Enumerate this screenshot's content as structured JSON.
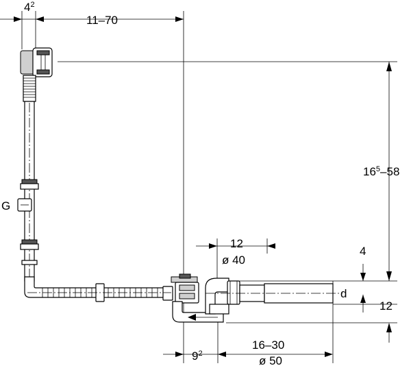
{
  "dimensions": {
    "overflow_offset": {
      "base": "4",
      "sup": "2"
    },
    "overflow_span": "11–70",
    "height_range": {
      "base": "16",
      "sup": "5",
      "rest": "–58"
    },
    "drain_outlet_size": "12",
    "drain_outlet_diameter": "ø 40",
    "top_offset": "4",
    "trap_offset": {
      "base": "9",
      "sup": "2"
    },
    "outlet_range": "16–30",
    "outlet_diameter": "ø 50",
    "d_label": "d",
    "bottom_height": "12"
  },
  "labels": {
    "g_label": "G"
  }
}
